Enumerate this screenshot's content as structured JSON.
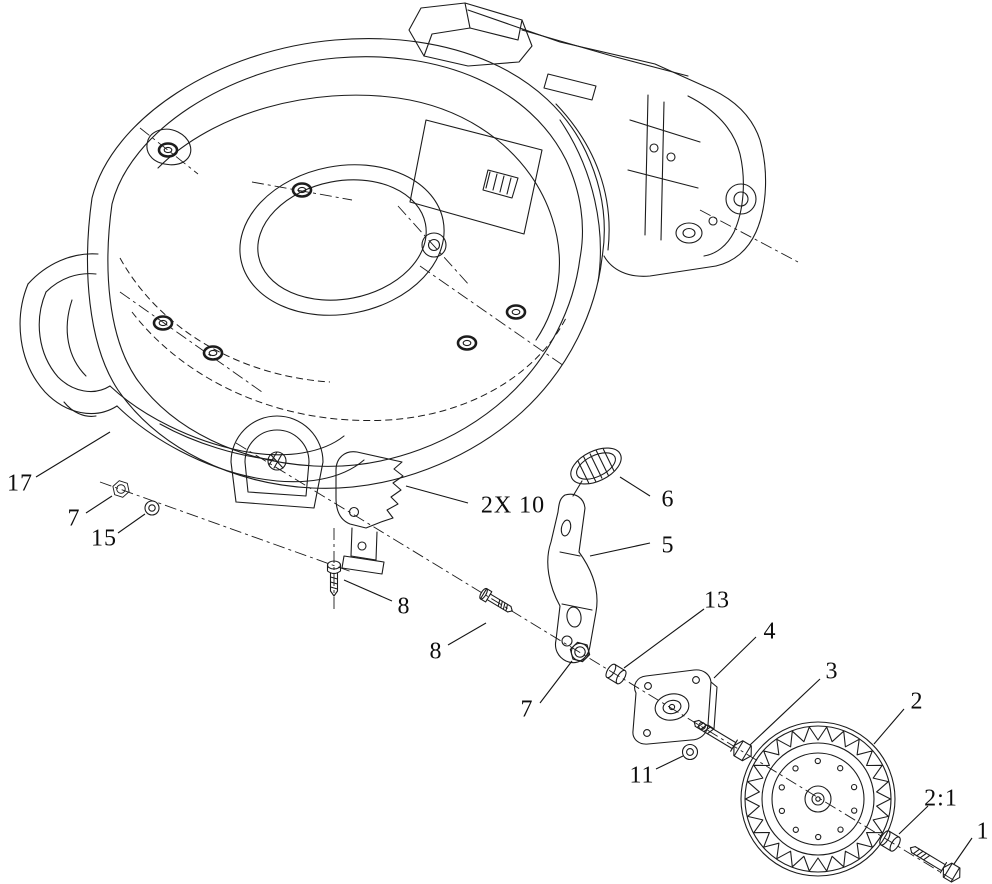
{
  "figure": {
    "background_color": "#ffffff",
    "line_color": "#1c1c1c",
    "kind": "exploded-parts-diagram"
  },
  "callouts": [
    {
      "label": "17"
    },
    {
      "label": "7"
    },
    {
      "label": "15"
    },
    {
      "label": "8"
    },
    {
      "label": "2X 10"
    },
    {
      "label": "6"
    },
    {
      "label": "5"
    },
    {
      "label": "8"
    },
    {
      "label": "13"
    },
    {
      "label": "7"
    },
    {
      "label": "4"
    },
    {
      "label": "3"
    },
    {
      "label": "11"
    },
    {
      "label": "2"
    },
    {
      "label": "2:1"
    },
    {
      "label": "1"
    }
  ]
}
